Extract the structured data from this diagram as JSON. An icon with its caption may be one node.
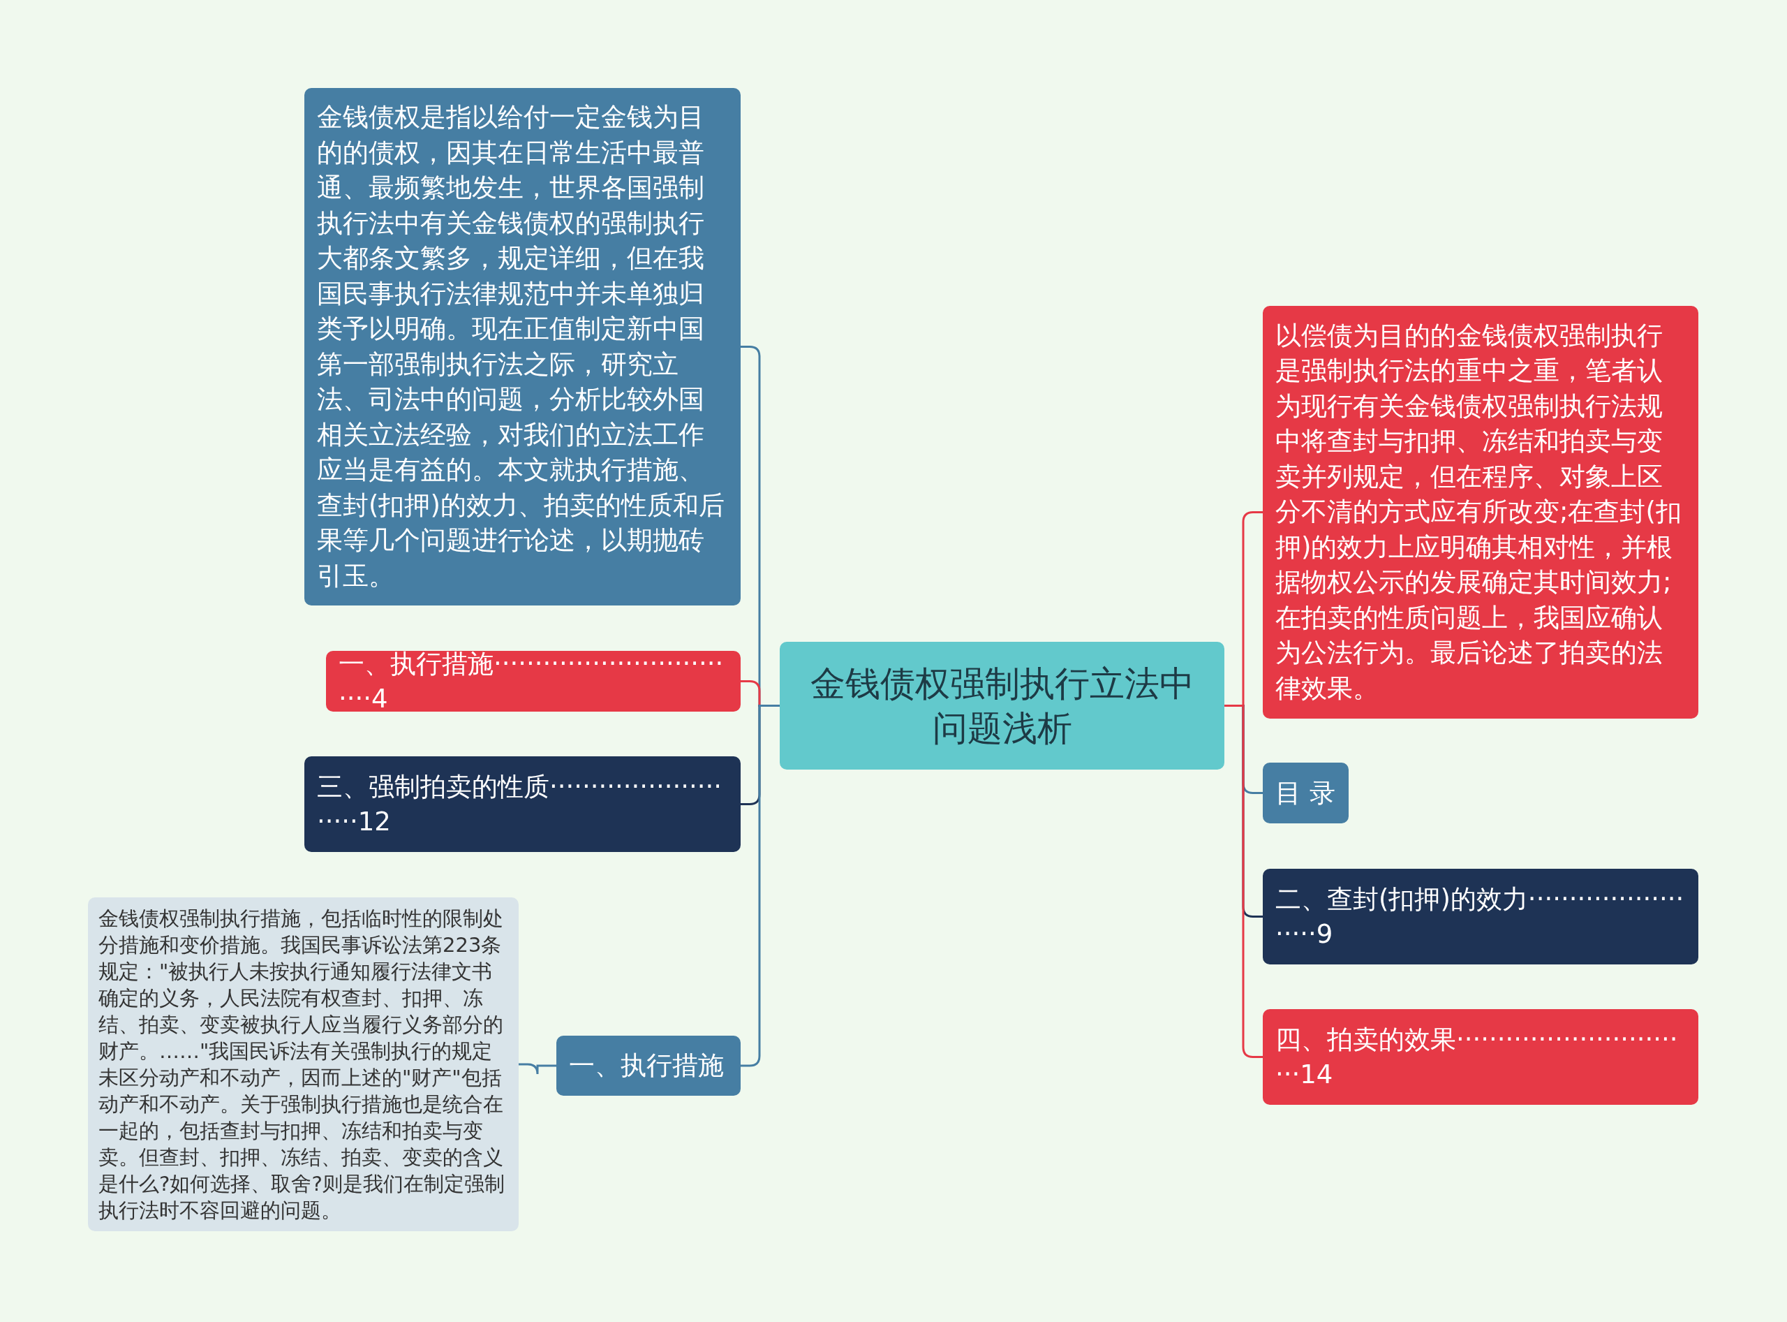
{
  "diagram": {
    "nodes": [
      {
        "text": [
          "金钱债权强制执行立法中问题浅析"
        ]
      },
      {
        "text": [
          "金钱债权是指以给付一定金钱为目的的债权，因其在日常生活中最普通、最频繁地发生，世界各国强制执行法中有关金钱债权的强制执行大都条文繁多，规定详细，但在我国民事执行法律规范中并未单独归类予以明确。现在正值制定新中国第一部强制执行法之际，研究立法、司法中的问题，分析比较外国相关立法经验，对我们的立法工作应当是有益的。本文就执行措施、查封(扣押)的效力、拍卖的性质和后果等几个问题进行论述，以期抛砖引玉。"
        ]
      },
      {
        "text": [
          "一、执行措施································4"
        ]
      },
      {
        "text": [
          "三、强制拍卖的性质··························12"
        ]
      },
      {
        "text": [
          "一、执行措施"
        ]
      },
      {
        "text": [
          "金钱债权强制执行措施，包括临时性的限制处分措施和变价措施。我国民事诉讼法第223条规定：\"被执行人未按执行通知履行法律文书确定的义务，人民法院有权查封、扣押、冻结、拍卖、变卖被执行人应当履行义务部分的财产。……\"我国民诉法有关强制执行的规定未区分动产和不动产，因而上述的\"财产\"包括动产和不动产。关于强制执行措施也是统合在一起的，包括查封与扣押、冻结和拍卖与变卖。但查封、扣押、冻结、拍卖、变卖的含义是什么?如何选择、取舍?则是我们在制定强制执行法时不容回避的问题。"
        ]
      },
      {
        "text": [
          "以偿债为目的的金钱债权强制执行是强制执行法的重中之重，笔者认为现行有关金钱债权强制执行法规中将查封与扣押、冻结和拍卖与变卖并列规定，但在程序、对象上区分不清的方式应有所改变;在查封(扣押)的效力上应明确其相对性，并根据物权公示的发展确定其时间效力;在拍卖的性质问题上，我国应确认为公法行为。最后论述了拍卖的法律效果。"
        ]
      },
      {
        "text": [
          "目 录"
        ]
      },
      {
        "text": [
          "二、查封(扣押)的效力························9"
        ]
      },
      {
        "text": [
          "四、拍卖的效果······························14"
        ]
      }
    ],
    "edges": [
      {
        "from": 0,
        "to": 1,
        "arrow": "none",
        "color": "#467ea3"
      },
      {
        "from": 0,
        "to": 2,
        "arrow": "none",
        "color": "#e63946"
      },
      {
        "from": 0,
        "to": 3,
        "arrow": "none",
        "color": "#1e3355"
      },
      {
        "from": 0,
        "to": 4,
        "arrow": "none",
        "color": "#467ea3"
      },
      {
        "from": 4,
        "to": 5,
        "arrow": "none",
        "color": "#467ea3"
      },
      {
        "from": 0,
        "to": 6,
        "arrow": "none",
        "color": "#e63946"
      },
      {
        "from": 0,
        "to": 7,
        "arrow": "none",
        "color": "#467ea3"
      },
      {
        "from": 0,
        "to": 8,
        "arrow": "none",
        "color": "#1e3355"
      },
      {
        "from": 0,
        "to": 9,
        "arrow": "none",
        "color": "#e63946"
      }
    ]
  }
}
